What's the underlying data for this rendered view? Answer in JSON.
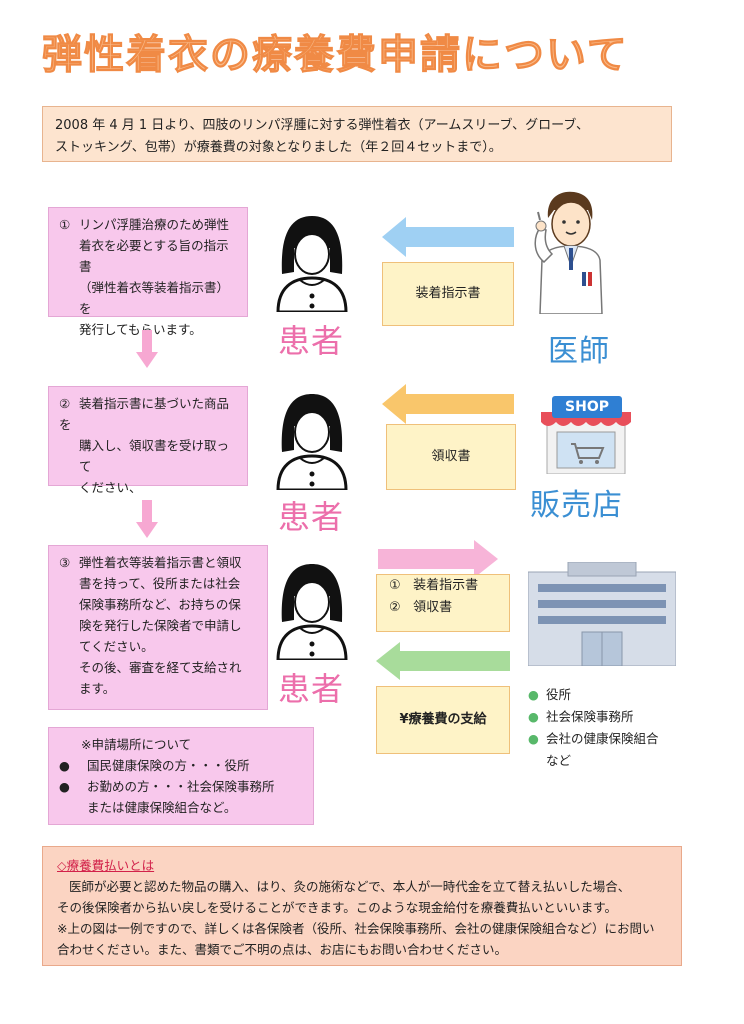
{
  "title": "弾性着衣の療養費申請について",
  "intro": {
    "line1": "2008 年 4 月 1 日より、四肢のリンパ浮腫に対する弾性着衣（アームスリーブ、グローブ、",
    "line2": "ストッキング、包帯）が療養費の対象となりました（年２回４セットまで）。"
  },
  "steps": [
    {
      "num": "①",
      "lines": [
        "リンパ浮腫治療のため弾性",
        "着衣を必要とする旨の指示書",
        "（弾性着衣等装着指示書）を",
        "発行してもらいます。"
      ]
    },
    {
      "num": "②",
      "lines": [
        "装着指示書に基づいた商品を",
        "購入し、領収書を受け取って",
        "ください、"
      ]
    },
    {
      "num": "③",
      "lines": [
        "弾性着衣等装着指示書と領収",
        "書を持って、役所または社会",
        "保険事務所など、お持ちの保",
        "険を発行した保険者で申請し",
        "てください。",
        "その後、審査を経て支給され",
        "ます。"
      ]
    }
  ],
  "labels": {
    "patient": "患者",
    "doctor": "医師",
    "shop": "販売店",
    "shop_sign": "SHOP"
  },
  "doc_boxes": {
    "instruction": "装着指示書",
    "receipt": "領収書",
    "submit_1_num": "①",
    "submit_1": "装着指示書",
    "submit_2_num": "②",
    "submit_2": "領収書",
    "payment": "¥療養費の支給"
  },
  "offices": [
    "役所",
    "社会保険事務所",
    "会社の健康保険組合"
  ],
  "offices_etc": "など",
  "note": {
    "head": "※申請場所について",
    "items": [
      "国民健康保険の方・・・役所",
      "お勤めの方・・・社会保険事務所"
    ],
    "item2_cont": "または健康保険組合など。"
  },
  "bottom": {
    "head": "◇療養費払いとは",
    "p1a": "医師が必要と認めた物品の購入、はり、灸の施術などで、本人が一時代金を立て替え払いした場合、",
    "p1b": "その後保険者から払い戻しを受けることができます。このような現金給付を療養費払いといいます。",
    "p2a": "※上の図は一例ですので、詳しくは各保険者（役所、社会保険事務所、会社の健康保険組合など）にお問い",
    "p2b": "合わせください。また、書類でご不明の点は、お店にもお問い合わせください。"
  },
  "colors": {
    "title": "#f9b987",
    "pink_box": "#f8c8ec",
    "patient_label": "#ec6fab",
    "side_label": "#3b8fd3",
    "arrow_blue": "#9fd0f3",
    "arrow_orange": "#f9c66b",
    "arrow_pink": "#f7b4d8",
    "arrow_green": "#a8dc9b"
  }
}
